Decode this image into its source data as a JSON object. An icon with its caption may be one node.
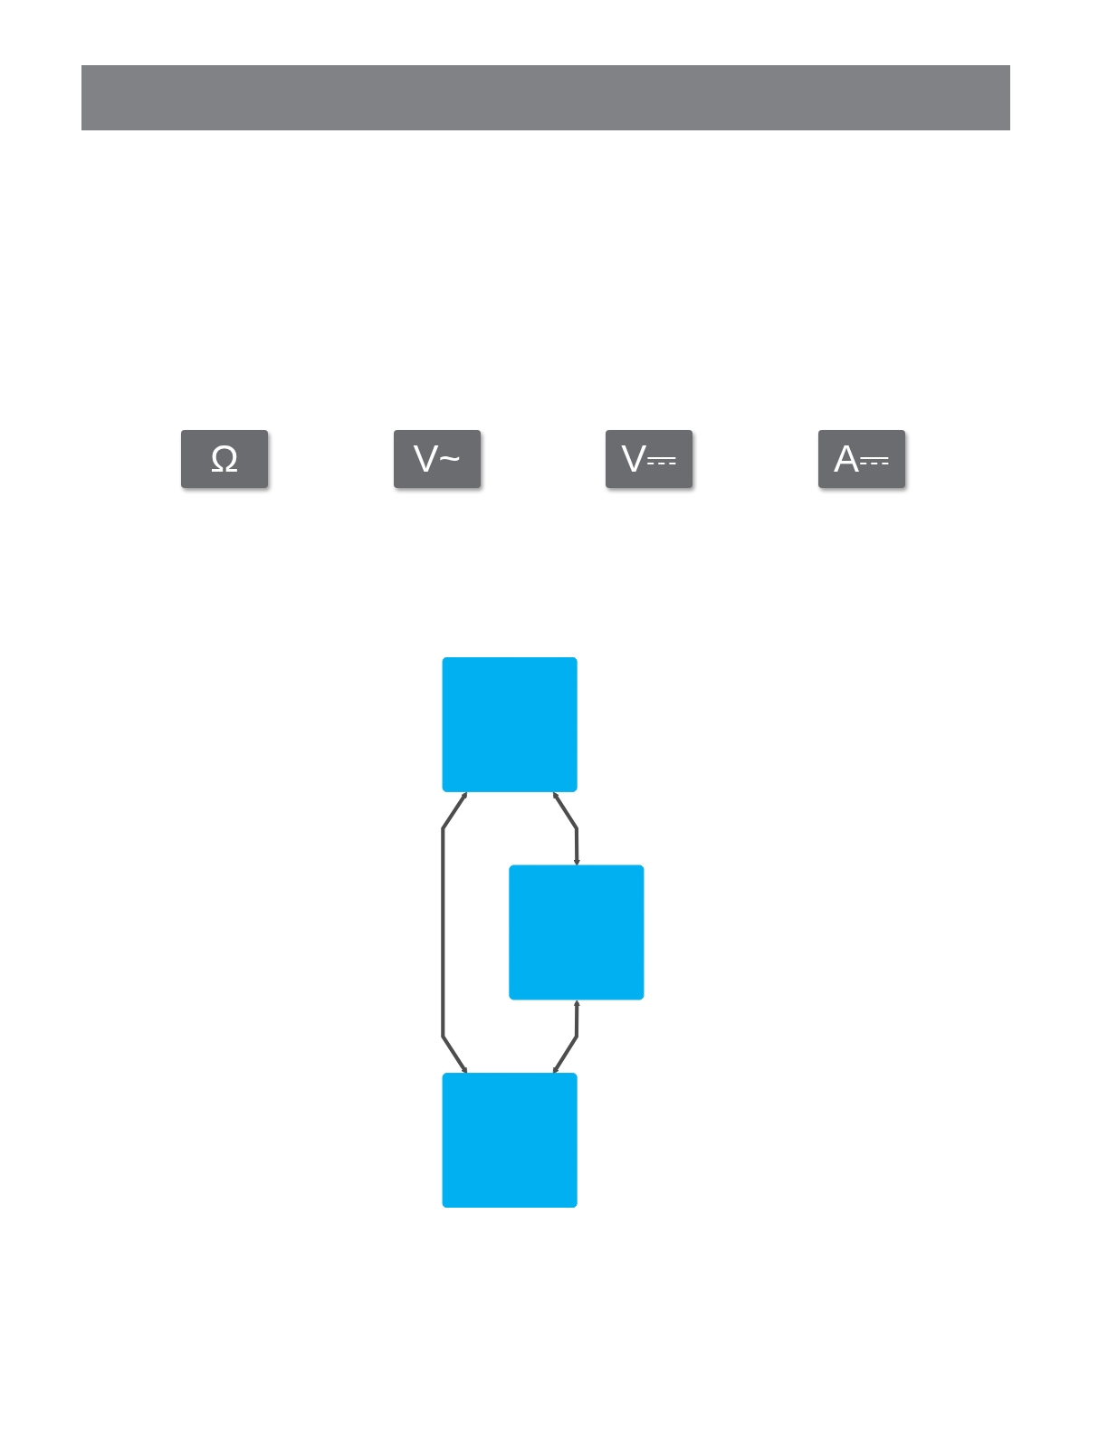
{
  "diagram": {
    "nodes": [
      {
        "text": [],
        "shape": "box"
      },
      {
        "text": [],
        "shape": "box"
      },
      {
        "text": [],
        "shape": "box"
      }
    ],
    "edges": [
      {
        "from": 0,
        "to": 1,
        "arrow": "both"
      },
      {
        "from": 0,
        "to": 2,
        "arrow": "both"
      },
      {
        "from": 1,
        "to": 2,
        "arrow": "both"
      }
    ],
    "labels": [
      "Ω",
      "V~",
      "V⎓",
      "A⎓"
    ]
  }
}
